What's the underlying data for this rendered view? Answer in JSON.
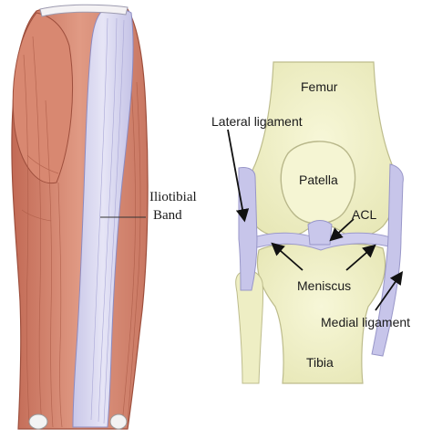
{
  "left_panel": {
    "labels": {
      "itb_line1": "Iliotibial",
      "itb_line2": "Band"
    }
  },
  "right_panel": {
    "labels": {
      "femur": "Femur",
      "lateral_ligament": "Lateral ligament",
      "patella": "Patella",
      "acl": "ACL",
      "meniscus": "Meniscus",
      "medial_ligament": "Medial ligament",
      "tibia": "Tibia"
    }
  },
  "colors": {
    "muscle": "#d98e78",
    "muscle_dark": "#b5604b",
    "band": "#d9d8ef",
    "bone": "#f1f1c6",
    "bone_outline": "#c8c79a",
    "ligament": "#c7c5ea",
    "arrow": "#111111"
  }
}
